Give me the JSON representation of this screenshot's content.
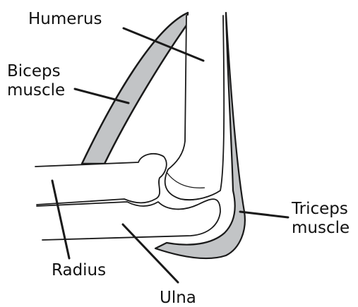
{
  "labels": {
    "humerus": "Humerus",
    "biceps_line1": "Biceps",
    "biceps_line2": "muscle",
    "triceps_line1": "Triceps",
    "triceps_line2": "muscle",
    "radius": "Radius",
    "ulna": "Ulna"
  },
  "colors": {
    "muscle_fill": "#c2c4c6",
    "outline": "#1a1a1a",
    "bone_fill": "#ffffff"
  }
}
